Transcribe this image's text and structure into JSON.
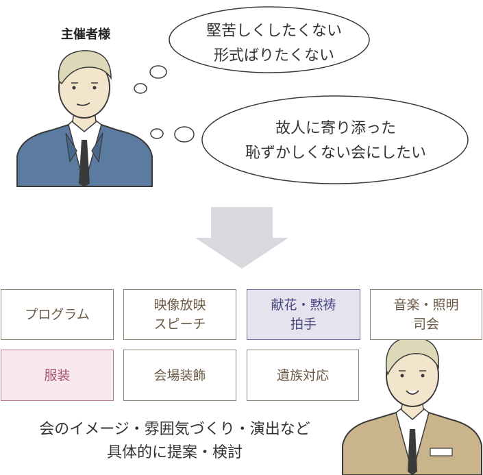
{
  "organizer": {
    "label": "主催者様"
  },
  "bubbles": [
    {
      "lines": [
        "堅苦しくしたくない",
        "形式ばりたくない"
      ]
    },
    {
      "lines": [
        "故人に寄り添った",
        "恥ずかしくない会にしたい"
      ]
    }
  ],
  "services": [
    {
      "lines": [
        "プログラム"
      ],
      "style": "normal"
    },
    {
      "lines": [
        "映像放映",
        "スピーチ"
      ],
      "style": "normal"
    },
    {
      "lines": [
        "献花・黙祷",
        "拍手"
      ],
      "style": "highlight-blue"
    },
    {
      "lines": [
        "音楽・照明",
        "司会"
      ],
      "style": "normal"
    },
    {
      "lines": [
        "服装"
      ],
      "style": "highlight-pink"
    },
    {
      "lines": [
        "会場装飾"
      ],
      "style": "normal"
    },
    {
      "lines": [
        "遺族対応"
      ],
      "style": "normal"
    }
  ],
  "footer": {
    "lines": [
      "会のイメージ・雰囲気づくり・演出など",
      "具体的に提案・検討"
    ]
  },
  "colors": {
    "organizer_suit": "#5b7ba0",
    "staff_suit": "#c9b48c",
    "arrow": "#d9d8de",
    "box_border": "#8c8070",
    "highlight_blue": "#e5e4ee",
    "highlight_pink": "#f7e9ee"
  }
}
